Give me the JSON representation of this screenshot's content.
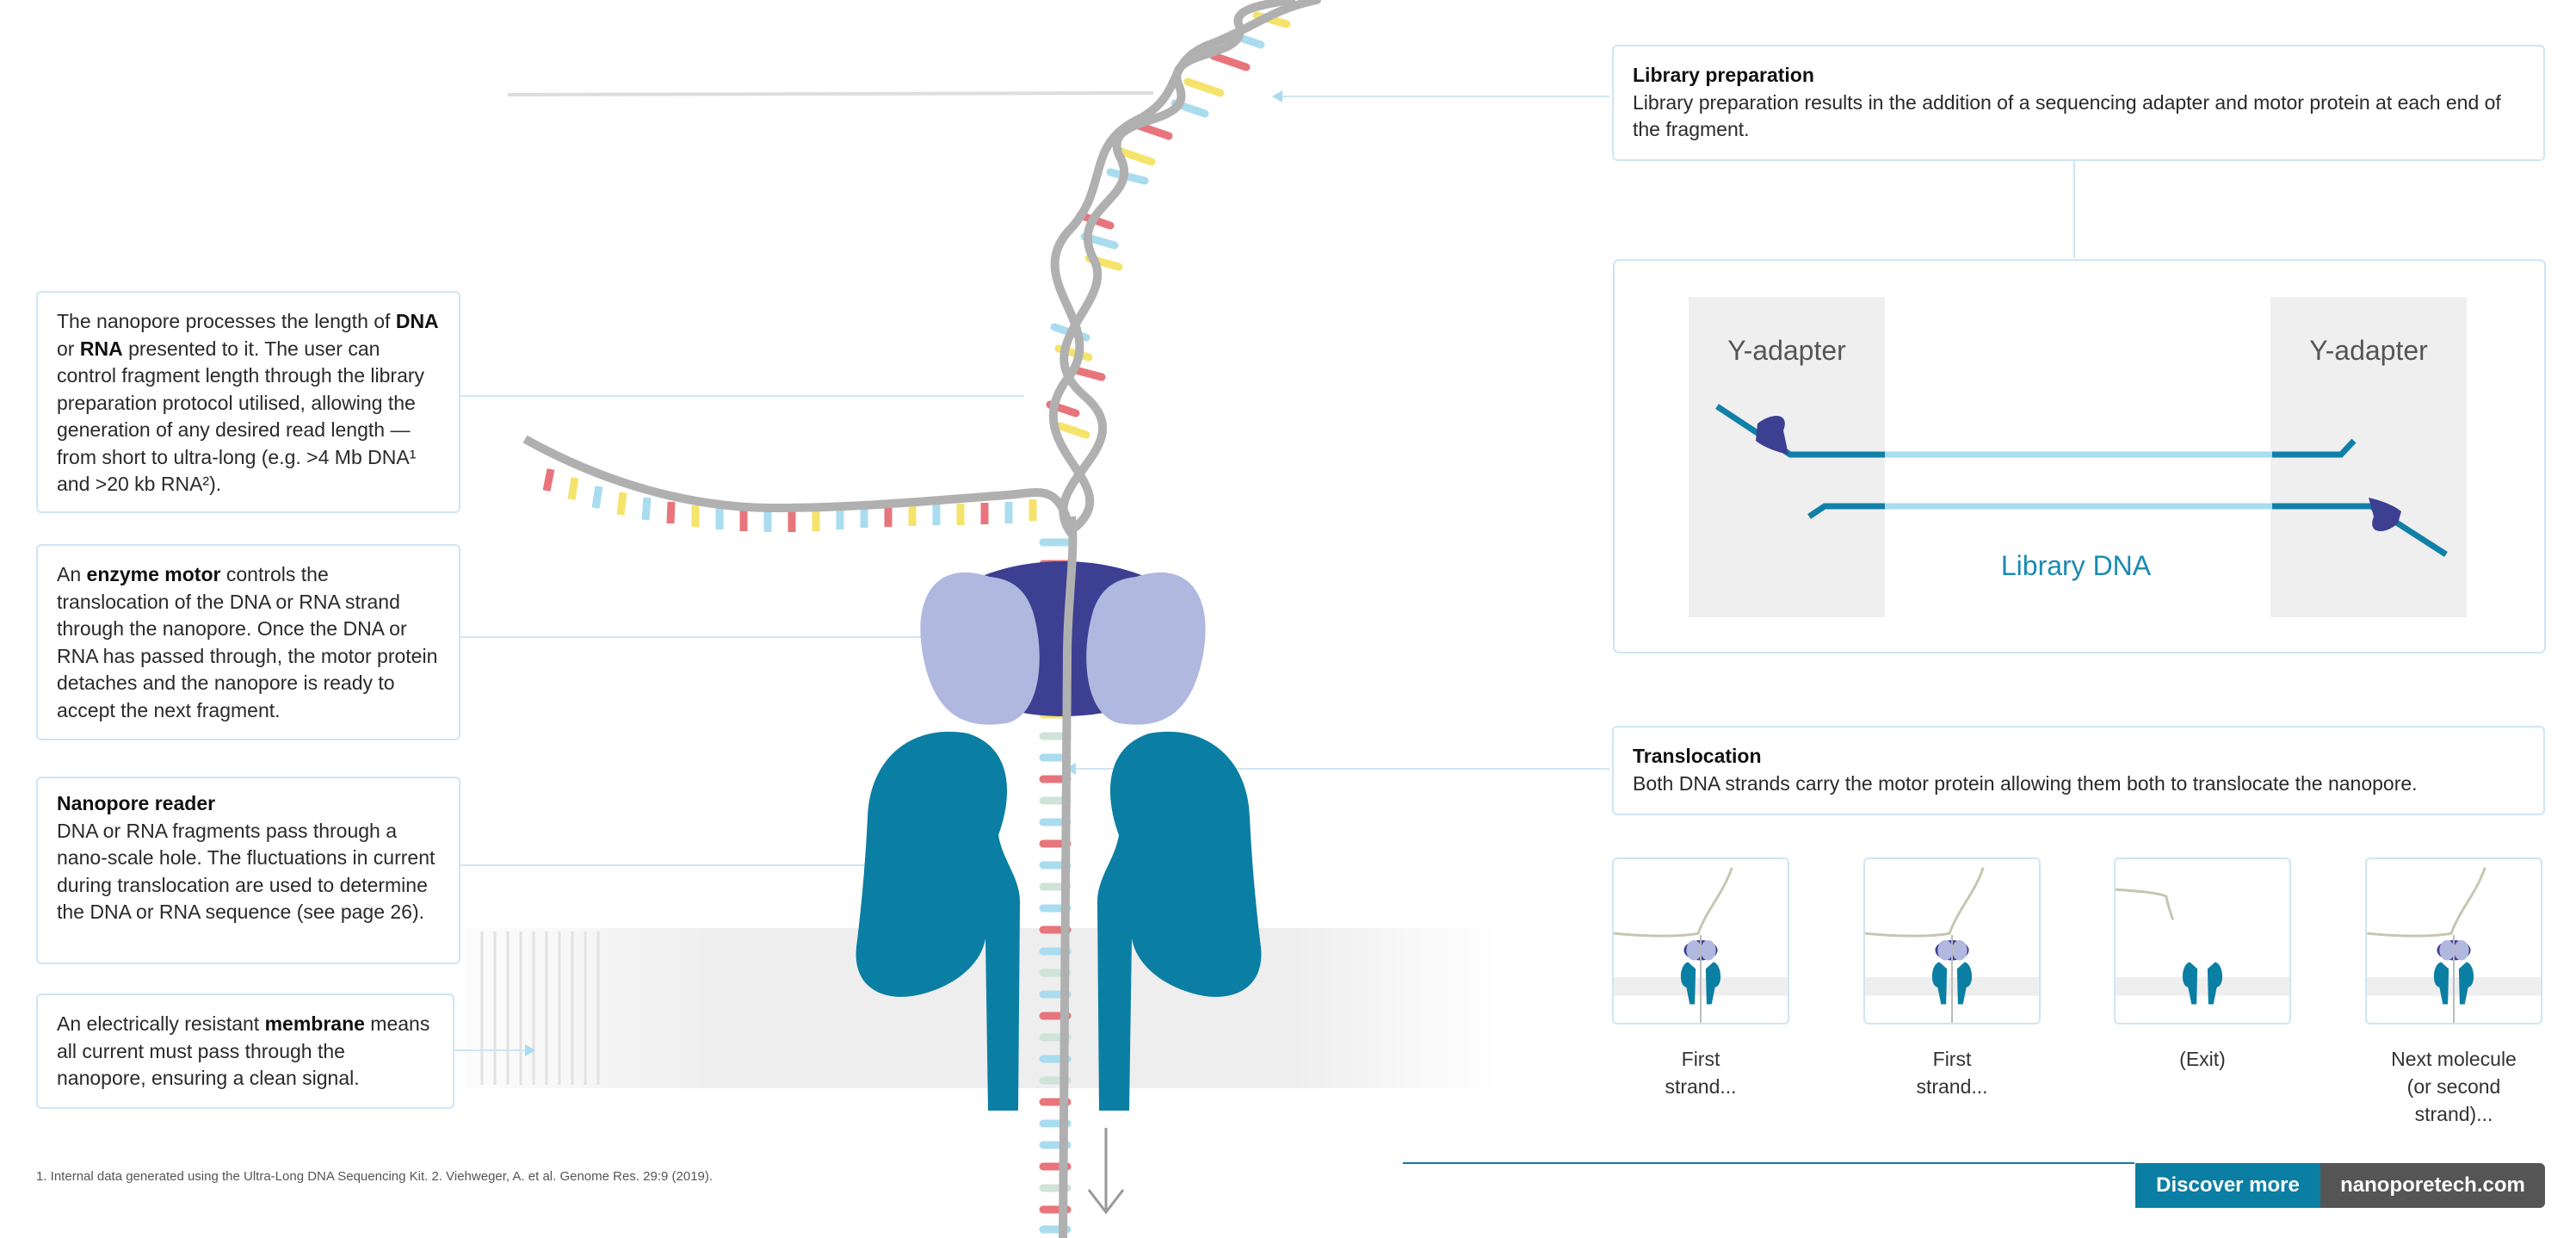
{
  "boxes": {
    "fragment": {
      "p1": "The nanopore processes the length of ",
      "dna": "DNA",
      "or": " or ",
      "rna": "RNA",
      "p2": " presented to it. The user can control fragment length through the library preparation protocol utilised, allowing the generation of any desired read length — from short to ultra-long (e.g. >4 Mb DNA¹ and >20 kb RNA²)."
    },
    "motor": {
      "p1": "An ",
      "bold": "enzyme motor",
      "p2": " controls the translocation of the DNA or RNA strand through the nanopore. Once the DNA or RNA has passed through, the motor protein detaches and the nanopore is ready to accept the next fragment."
    },
    "reader": {
      "title": "Nanopore reader",
      "body": "DNA or RNA fragments pass through a nano-scale hole. The fluctuations in current during translocation are used to determine the DNA or RNA sequence (see page 26)."
    },
    "membrane": {
      "p1": "An electrically resistant ",
      "bold": "membrane",
      "p2": " means all current must pass through the nanopore, ensuring a clean signal."
    },
    "library": {
      "title": "Library preparation",
      "body": "Library preparation results in the addition of a sequencing adapter and motor protein at each end of the fragment."
    },
    "translocation": {
      "title": "Translocation",
      "body": "Both DNA strands carry the motor protein allowing them both to translocate the nanopore."
    }
  },
  "diagram": {
    "y_adapter_left": "Y-adapter",
    "y_adapter_right": "Y-adapter",
    "library_dna": "Library DNA"
  },
  "steps": [
    {
      "caption_line1": "First",
      "caption_line2": "strand...",
      "caption_line3": ""
    },
    {
      "caption_line1": "First",
      "caption_line2": "strand...",
      "caption_line3": ""
    },
    {
      "caption_line1": "(Exit)",
      "caption_line2": "",
      "caption_line3": ""
    },
    {
      "caption_line1": "Next molecule",
      "caption_line2": "(or second",
      "caption_line3": "strand)..."
    }
  ],
  "footnote": "1. Internal data generated using the Ultra-Long DNA Sequencing Kit. 2. Viehweger, A. et al. Genome Res. 29:9 (2019).",
  "buttons": {
    "discover": "Discover more",
    "website": "nanoporetech.com"
  },
  "colors": {
    "pore": "#0b7ea3",
    "motor_dark": "#3c3f92",
    "motor_light": "#b1b8e0",
    "strand": "#b0b0b0",
    "box_border": "#cfe6f2",
    "adapter_dark": "#1180a8",
    "adapter_light": "#a9dcee",
    "btn_discover": "#0b7ea3",
    "btn_site": "#555555"
  }
}
